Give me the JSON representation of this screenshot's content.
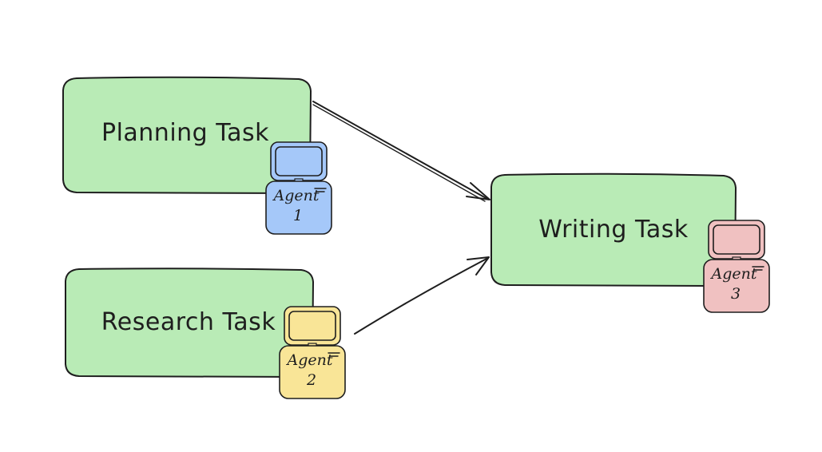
{
  "diagram": {
    "tasks": [
      {
        "id": "planning",
        "label": "Planning Task"
      },
      {
        "id": "research",
        "label": "Research Task"
      },
      {
        "id": "writing",
        "label": "Writing Task"
      }
    ],
    "agents": [
      {
        "id": "agent1",
        "label_line1": "Agent",
        "label_line2": "1",
        "color": "#a5c8f9",
        "task": "planning"
      },
      {
        "id": "agent2",
        "label_line1": "Agent",
        "label_line2": "2",
        "color": "#f9e597",
        "task": "research"
      },
      {
        "id": "agent3",
        "label_line1": "Agent",
        "label_line2": "3",
        "color": "#f0c1c1",
        "task": "writing"
      }
    ],
    "edges": [
      {
        "from": "planning",
        "to": "writing"
      },
      {
        "from": "research",
        "to": "writing"
      }
    ],
    "colors": {
      "task_fill": "#b9ebb6",
      "stroke": "#1e1e1e",
      "background": "#ffffff"
    }
  }
}
